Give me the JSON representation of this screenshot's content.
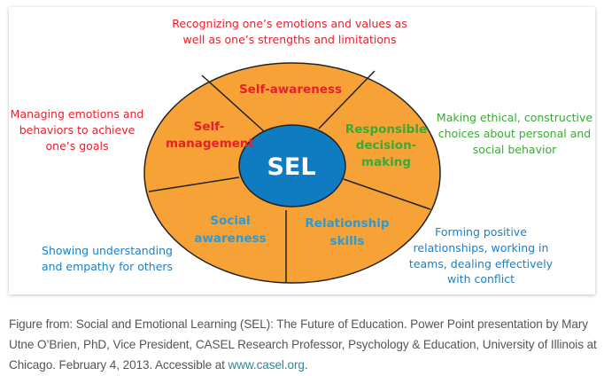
{
  "diagram": {
    "center_label": "SEL",
    "segments": [
      {
        "lines": [
          "Self-awareness"
        ],
        "color": "#e8202a"
      },
      {
        "lines": [
          "Self-",
          "management"
        ],
        "color": "#e8202a"
      },
      {
        "lines": [
          "Responsible",
          "decision-",
          "making"
        ],
        "color": "#3aaa35"
      },
      {
        "lines": [
          "Social",
          "awareness"
        ],
        "color": "#2b9ad6"
      },
      {
        "lines": [
          "Relationship",
          "skills"
        ],
        "color": "#2b9ad6"
      }
    ],
    "descriptions": {
      "self_awareness": [
        "Recognizing one’s emotions and values as",
        "well as one’s strengths and limitations"
      ],
      "self_management": [
        "Managing emotions and",
        "behaviors to achieve",
        "one’s goals"
      ],
      "responsible_decision_making": [
        "Making ethical, constructive",
        "choices about personal and",
        "social behavior"
      ],
      "social_awareness": [
        "Showing understanding",
        "and empathy for others"
      ],
      "relationship_skills": [
        "Forming positive",
        "relationships, working in",
        "teams, dealing effectively",
        "with conflict"
      ]
    },
    "colors": {
      "ring": "#f7a236",
      "center": "#0f7bc0",
      "red": "#e8202a",
      "green": "#3aaa35",
      "blue": "#1d80c3"
    }
  },
  "caption": {
    "text": "Figure from: Social and Emotional Learning (SEL): The Future of Education. Power Point presentation by Mary Utne O’Brien, PhD, Vice President, CASEL Research Professor, Psychology & Education, University of Illinois at Chicago. February 4, 2013. Accessible at ",
    "link_text": "www.casel.org",
    "end": "."
  }
}
